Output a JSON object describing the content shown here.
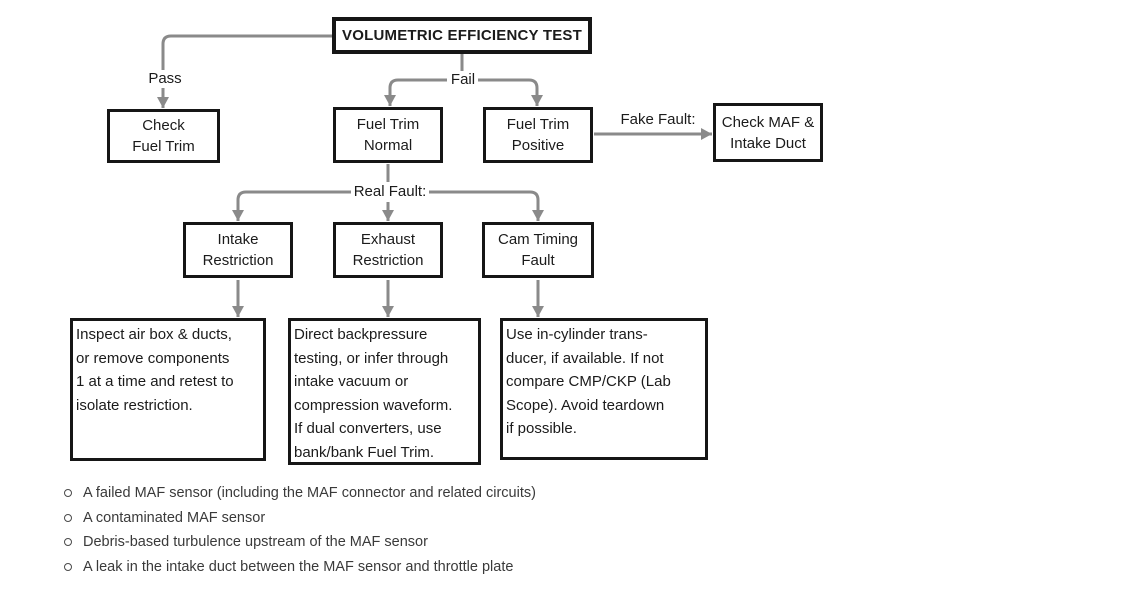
{
  "diagram": {
    "nodes": {
      "root": "VOLUMETRIC EFFICIENCY TEST",
      "check_fuel_trim": "Check\nFuel Trim",
      "fuel_trim_normal": "Fuel Trim\nNormal",
      "fuel_trim_positive": "Fuel Trim\nPositive",
      "check_maf": "Check MAF &\nIntake Duct",
      "intake_restriction": "Intake\nRestriction",
      "exhaust_restriction": "Exhaust\nRestriction",
      "cam_timing_fault": "Cam Timing\nFault",
      "intake_detail": "Inspect air box & ducts,\nor remove components\n1 at a time and retest to\nisolate restriction.",
      "exhaust_detail": "Direct backpressure\ntesting, or infer through\nintake vacuum or\ncompression waveform.\nIf dual converters, use\nbank/bank Fuel Trim.",
      "cam_detail": "Use in-cylinder trans-\nducer, if available. If not\ncompare CMP/CKP (Lab\nScope). Avoid teardown\nif possible."
    },
    "edge_labels": {
      "pass": "Pass",
      "fail": "Fail",
      "real_fault": "Real Fault:",
      "fake_fault": "Fake Fault:"
    },
    "colors": {
      "connector_gray": "#8a8a8a",
      "box_border": "#161616",
      "text": "#1b1b1b"
    }
  },
  "bullets": {
    "items": [
      "A failed MAF sensor (including the MAF connector and related circuits)",
      "A contaminated MAF sensor",
      "Debris-based turbulence upstream of the MAF sensor",
      "A leak in the intake duct between the MAF sensor and throttle plate"
    ]
  }
}
